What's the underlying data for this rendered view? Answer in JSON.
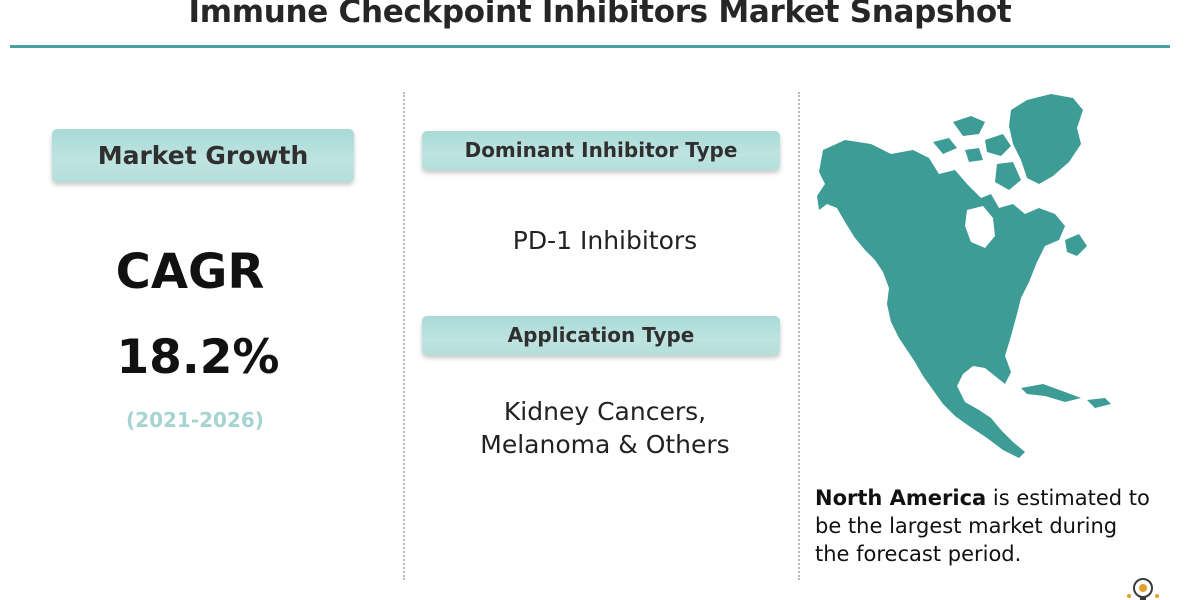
{
  "header": {
    "title": "Immune Checkpoint Inhibitors Market Snapshot"
  },
  "growth": {
    "label": "Market Growth",
    "metric": "CAGR",
    "value": "18.2%",
    "period": "(2021-2026)"
  },
  "segments": {
    "inhibitor_label": "Dominant Inhibitor Type",
    "inhibitor_value": "PD-1 Inhibitors",
    "application_label": "Application Type",
    "application_value_line1": "Kidney Cancers,",
    "application_value_line2": "Melanoma & Others"
  },
  "region": {
    "name": "North America",
    "description_line1": " is estimated to",
    "description_line2": "be the largest market during",
    "description_line3": "the forecast period."
  },
  "colors": {
    "teal_map": "#3d9c95",
    "teal_label_bg": "#b3dfdb",
    "teal_rule": "#4a9fa3",
    "period_text": "#a7d4d2"
  },
  "icons": {
    "map": "north-america-map-icon",
    "corner": "bulb-logo-icon"
  }
}
